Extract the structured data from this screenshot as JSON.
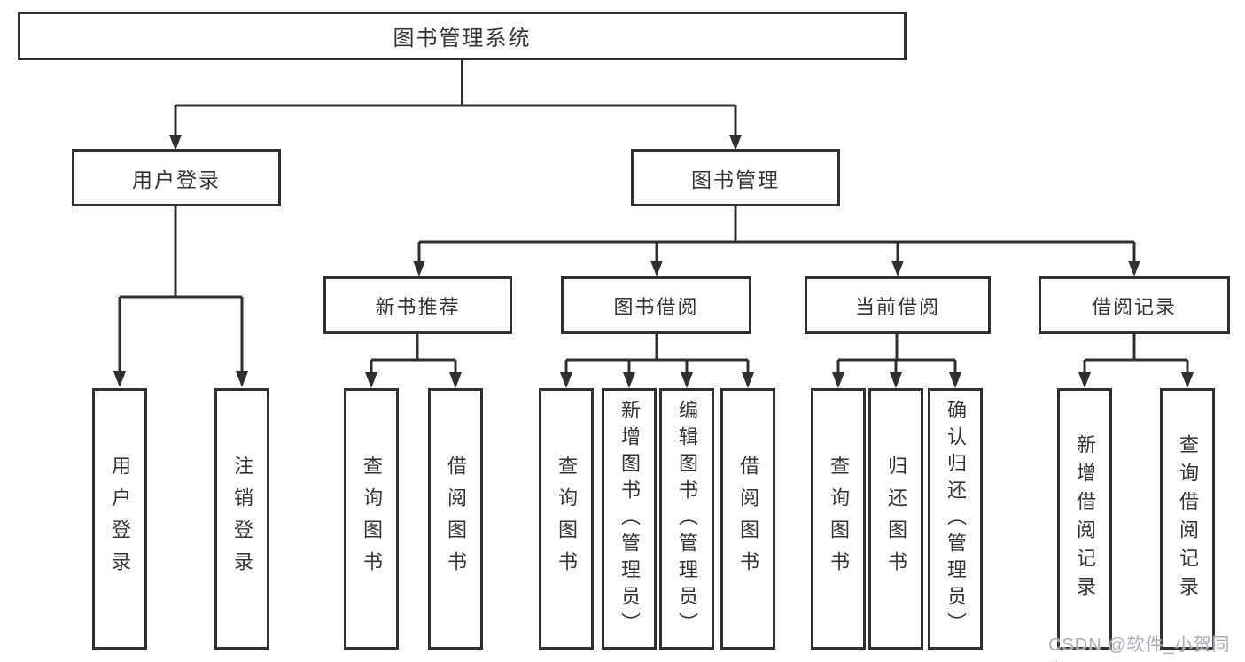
{
  "diagram": {
    "root": {
      "label": "图书管理系统"
    },
    "branches": [
      {
        "label": "用户登录",
        "children": [
          {
            "label": "用户登录"
          },
          {
            "label": "注销登录"
          }
        ]
      },
      {
        "label": "图书管理",
        "children": [
          {
            "label": "新书推荐",
            "children": [
              {
                "label": "查询图书"
              },
              {
                "label": "借阅图书"
              }
            ]
          },
          {
            "label": "图书借阅",
            "children": [
              {
                "label": "查询图书"
              },
              {
                "label": "新增图书（管理员）"
              },
              {
                "label": "编辑图书（管理员）"
              },
              {
                "label": "借阅图书"
              }
            ]
          },
          {
            "label": "当前借阅",
            "children": [
              {
                "label": "查询图书"
              },
              {
                "label": "归还图书"
              },
              {
                "label": "确认归还（管理员）"
              }
            ]
          },
          {
            "label": "借阅记录",
            "children": [
              {
                "label": "新增借阅记录"
              },
              {
                "label": "查询借阅记录"
              }
            ]
          }
        ]
      }
    ]
  },
  "watermark": {
    "text": "CSDN @软件_小贺同学"
  },
  "colors": {
    "line": "#2f2f2f",
    "text": "#333333",
    "box_background": "#ffffff",
    "watermark": "#a9adb3"
  }
}
